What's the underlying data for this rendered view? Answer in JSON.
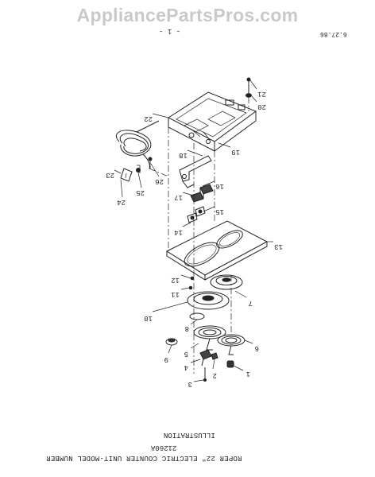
{
  "watermark": "AppliancePartsPros.com",
  "page_number": "- 1 -",
  "date_code": "6.27.86",
  "caption": {
    "line1": "ILLUSTRATION",
    "line2": "21260A",
    "line3": "ROPER 22\" ELECTRIC COUNTER UNIT-MODEL NUMBER"
  },
  "callouts": [
    "1",
    "2",
    "3",
    "4",
    "5",
    "6",
    "7",
    "8",
    "9",
    "10",
    "11",
    "12",
    "13",
    "14",
    "15",
    "16",
    "17",
    "18",
    "19",
    "20",
    "21",
    "22",
    "23",
    "24",
    "25",
    "26"
  ]
}
